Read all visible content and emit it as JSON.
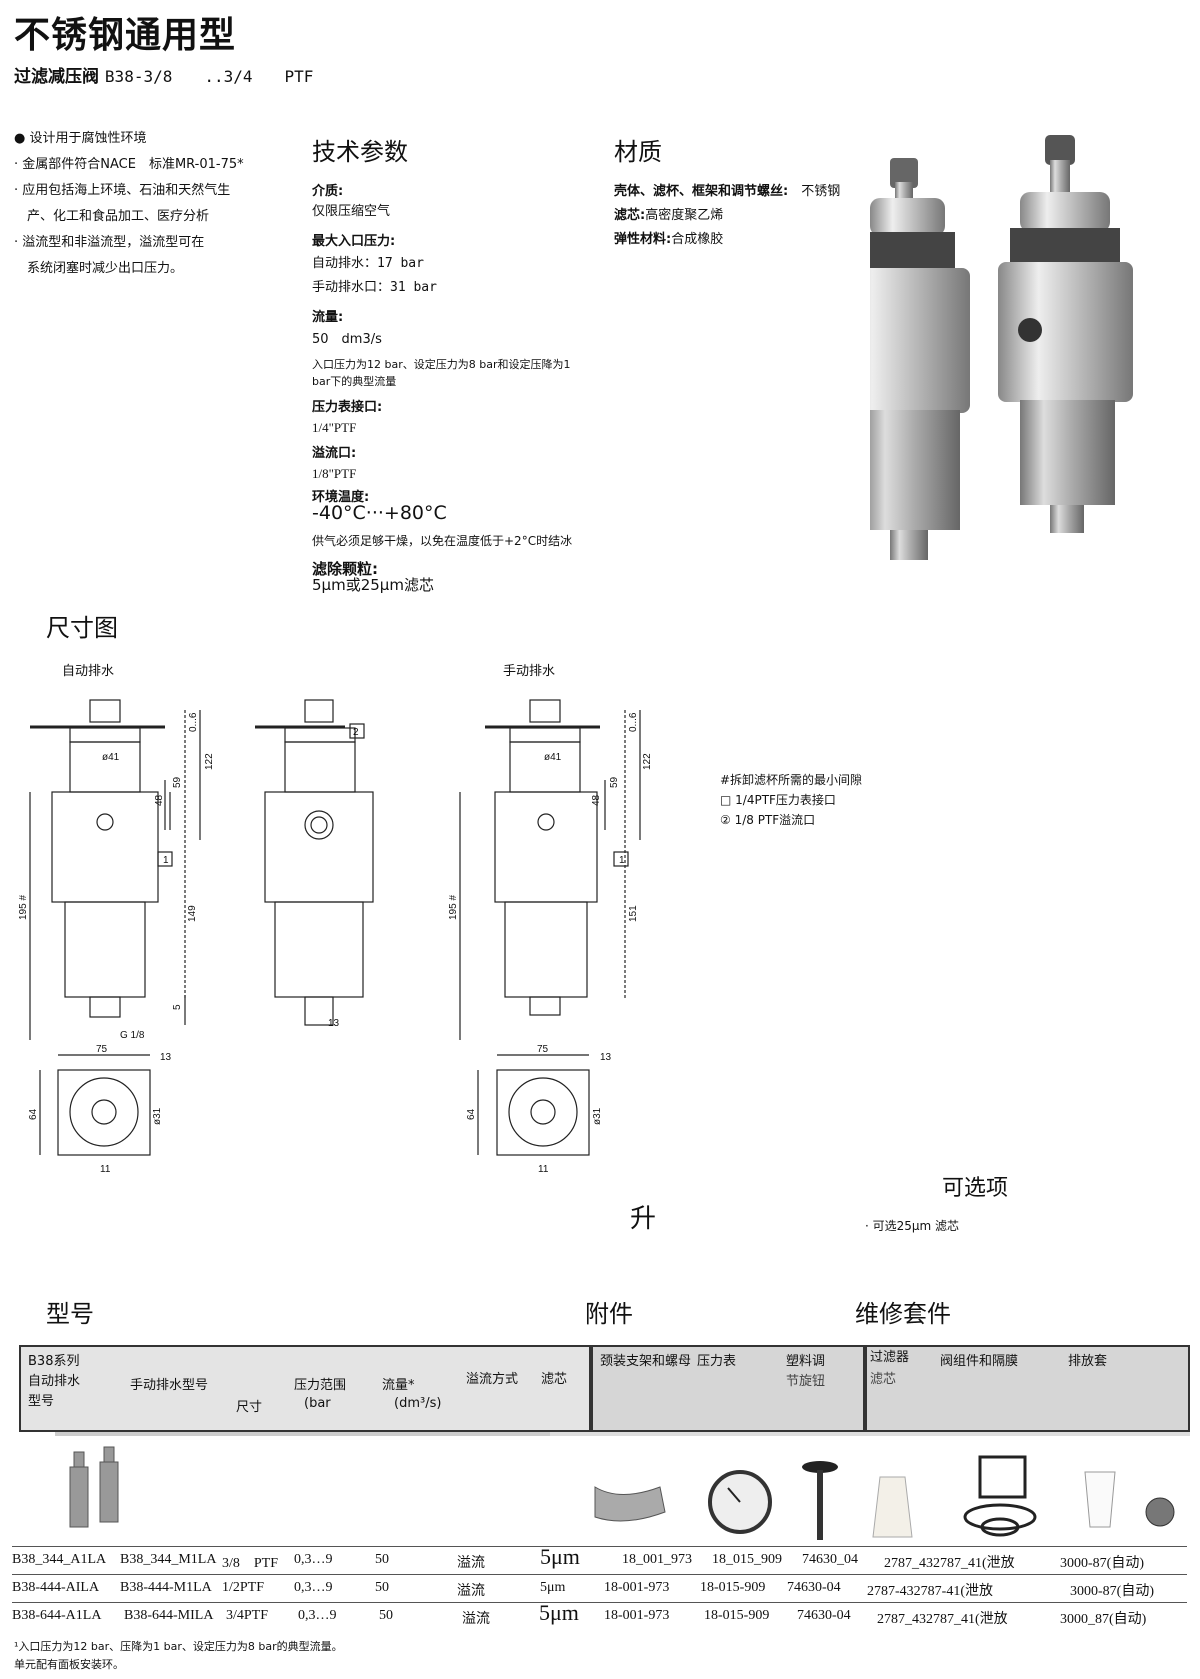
{
  "header": {
    "title": "不锈钢通用型",
    "subtitle_cn": "过滤减压阀",
    "subtitle_model": "B38-3/8　　..3/4　　PTF"
  },
  "features": {
    "lead": "● 设计用于腐蚀性环境",
    "items": [
      "· 金属部件符合NACE　标准MR-01-75*",
      "· 应用包括海上环境、石油和天然气生",
      "　产、化工和食品加工、医疗分析",
      "· 溢流型和非溢流型，溢流型可在",
      "　系统闭塞时减少出口压力。"
    ]
  },
  "tech": {
    "heading": "技术参数",
    "medium_label": "介质:",
    "medium_value": "仅限压缩空气",
    "max_inlet_label": "最大入口压力:",
    "max_inlet_auto": "自动排水：17 bar",
    "max_inlet_manual": "手动排水口：31 bar",
    "flow_label": "流量:",
    "flow_value": "50　dm3/s",
    "flow_note_1": "入口压力为12 bar、设定压力为8 bar和设定压降为1",
    "flow_note_2": "bar下的典型流量",
    "gauge_label": "压力表接口:",
    "gauge_value": "1/4\"PTF",
    "relief_label": "溢流口:",
    "relief_value": "1/8\"PTF",
    "temp_label": "环境温度:",
    "temp_value": "-40°C···+80°C",
    "temp_note": "供气必须足够干燥，以免在温度低于+2°C时结冰",
    "filter_label": "滤除颗粒:",
    "filter_value": "5μm或25μm滤芯"
  },
  "material": {
    "heading": "材质",
    "line1_label": "壳体、滤杯、框架和调节螺丝:",
    "line1_value": "不锈钢",
    "line2_label": "滤芯:",
    "line2_value": "高密度聚乙烯",
    "line3_label": "弹性材料:",
    "line3_value": "合成橡胶"
  },
  "dimensions": {
    "heading": "尺寸图",
    "auto_label": "自动排水",
    "manual_label": "手动排水",
    "dims": {
      "d0_6": "0...6",
      "d122": "122",
      "d59": "59",
      "d48": "48",
      "d41": "ø41",
      "d195": "195 #",
      "d149": "149",
      "d151": "151",
      "d5": "5",
      "g18": "G 1/8",
      "d75": "75",
      "d64": "64",
      "d31": "ø31",
      "d11": "11",
      "d13": "13",
      "c1": "1",
      "c2": "2"
    },
    "legend": [
      "#拆卸滤杯所需的最小间隙",
      "□ 1/4PTF压力表接口",
      "② 1/8 PTF溢流口"
    ],
    "stray_glyph": "升"
  },
  "options": {
    "heading": "可选项",
    "item": "· 可选25μm 滤芯"
  },
  "sections": {
    "models": "型号",
    "accessories": "附件",
    "service": "维修套件"
  },
  "table_header": {
    "series": "B38系列",
    "auto_model": "自动排水",
    "auto_model2": "型号",
    "manual_model": "手动排水型号",
    "size": "尺寸",
    "pressure": "压力范围",
    "pressure_unit": "(bar",
    "flow": "流量*",
    "flow_unit": "(dm³/s)",
    "relief": "溢流方式",
    "filter": "滤芯",
    "bracket": "颈装支架和螺母",
    "gauge": "压力表",
    "knob": "塑料调",
    "knob2": "节旋钮",
    "filter_kit": "过滤器",
    "filter_kit2": "滤芯",
    "valve_kit": "阀组件和隔膜",
    "drain": "排放套"
  },
  "rows": [
    [
      "B38_344_A1LA",
      "B38_344_M1LA",
      "3/8　PTF",
      "0,3…9",
      "50",
      "溢流",
      "5μm",
      "18_001_973",
      "18_015_909",
      "74630_04",
      "2787_432787_41(泄放",
      "3000-87(自动)"
    ],
    [
      "B38-444-AILA",
      "B38-444-M1LA",
      "1/2PTF",
      "0,3…9",
      "50",
      "溢流",
      "5μm",
      "18-001-973",
      "18-015-909",
      "74630-04",
      "2787-432787-41(泄放",
      "3000-87(自动)"
    ],
    [
      "B38-644-A1LA",
      "B38-644-MILA",
      "3/4PTF",
      "0,3…9",
      "50",
      "溢流",
      "5μm",
      "18-001-973",
      "18-015-909",
      "74630-04",
      "2787_432787_41(泄放",
      "3000_87(自动)"
    ]
  ],
  "footnotes": [
    "¹入口压力为12 bar、压降为1 bar、设定压力为8 bar的典型流量。",
    "单元配有面板安装环。"
  ]
}
